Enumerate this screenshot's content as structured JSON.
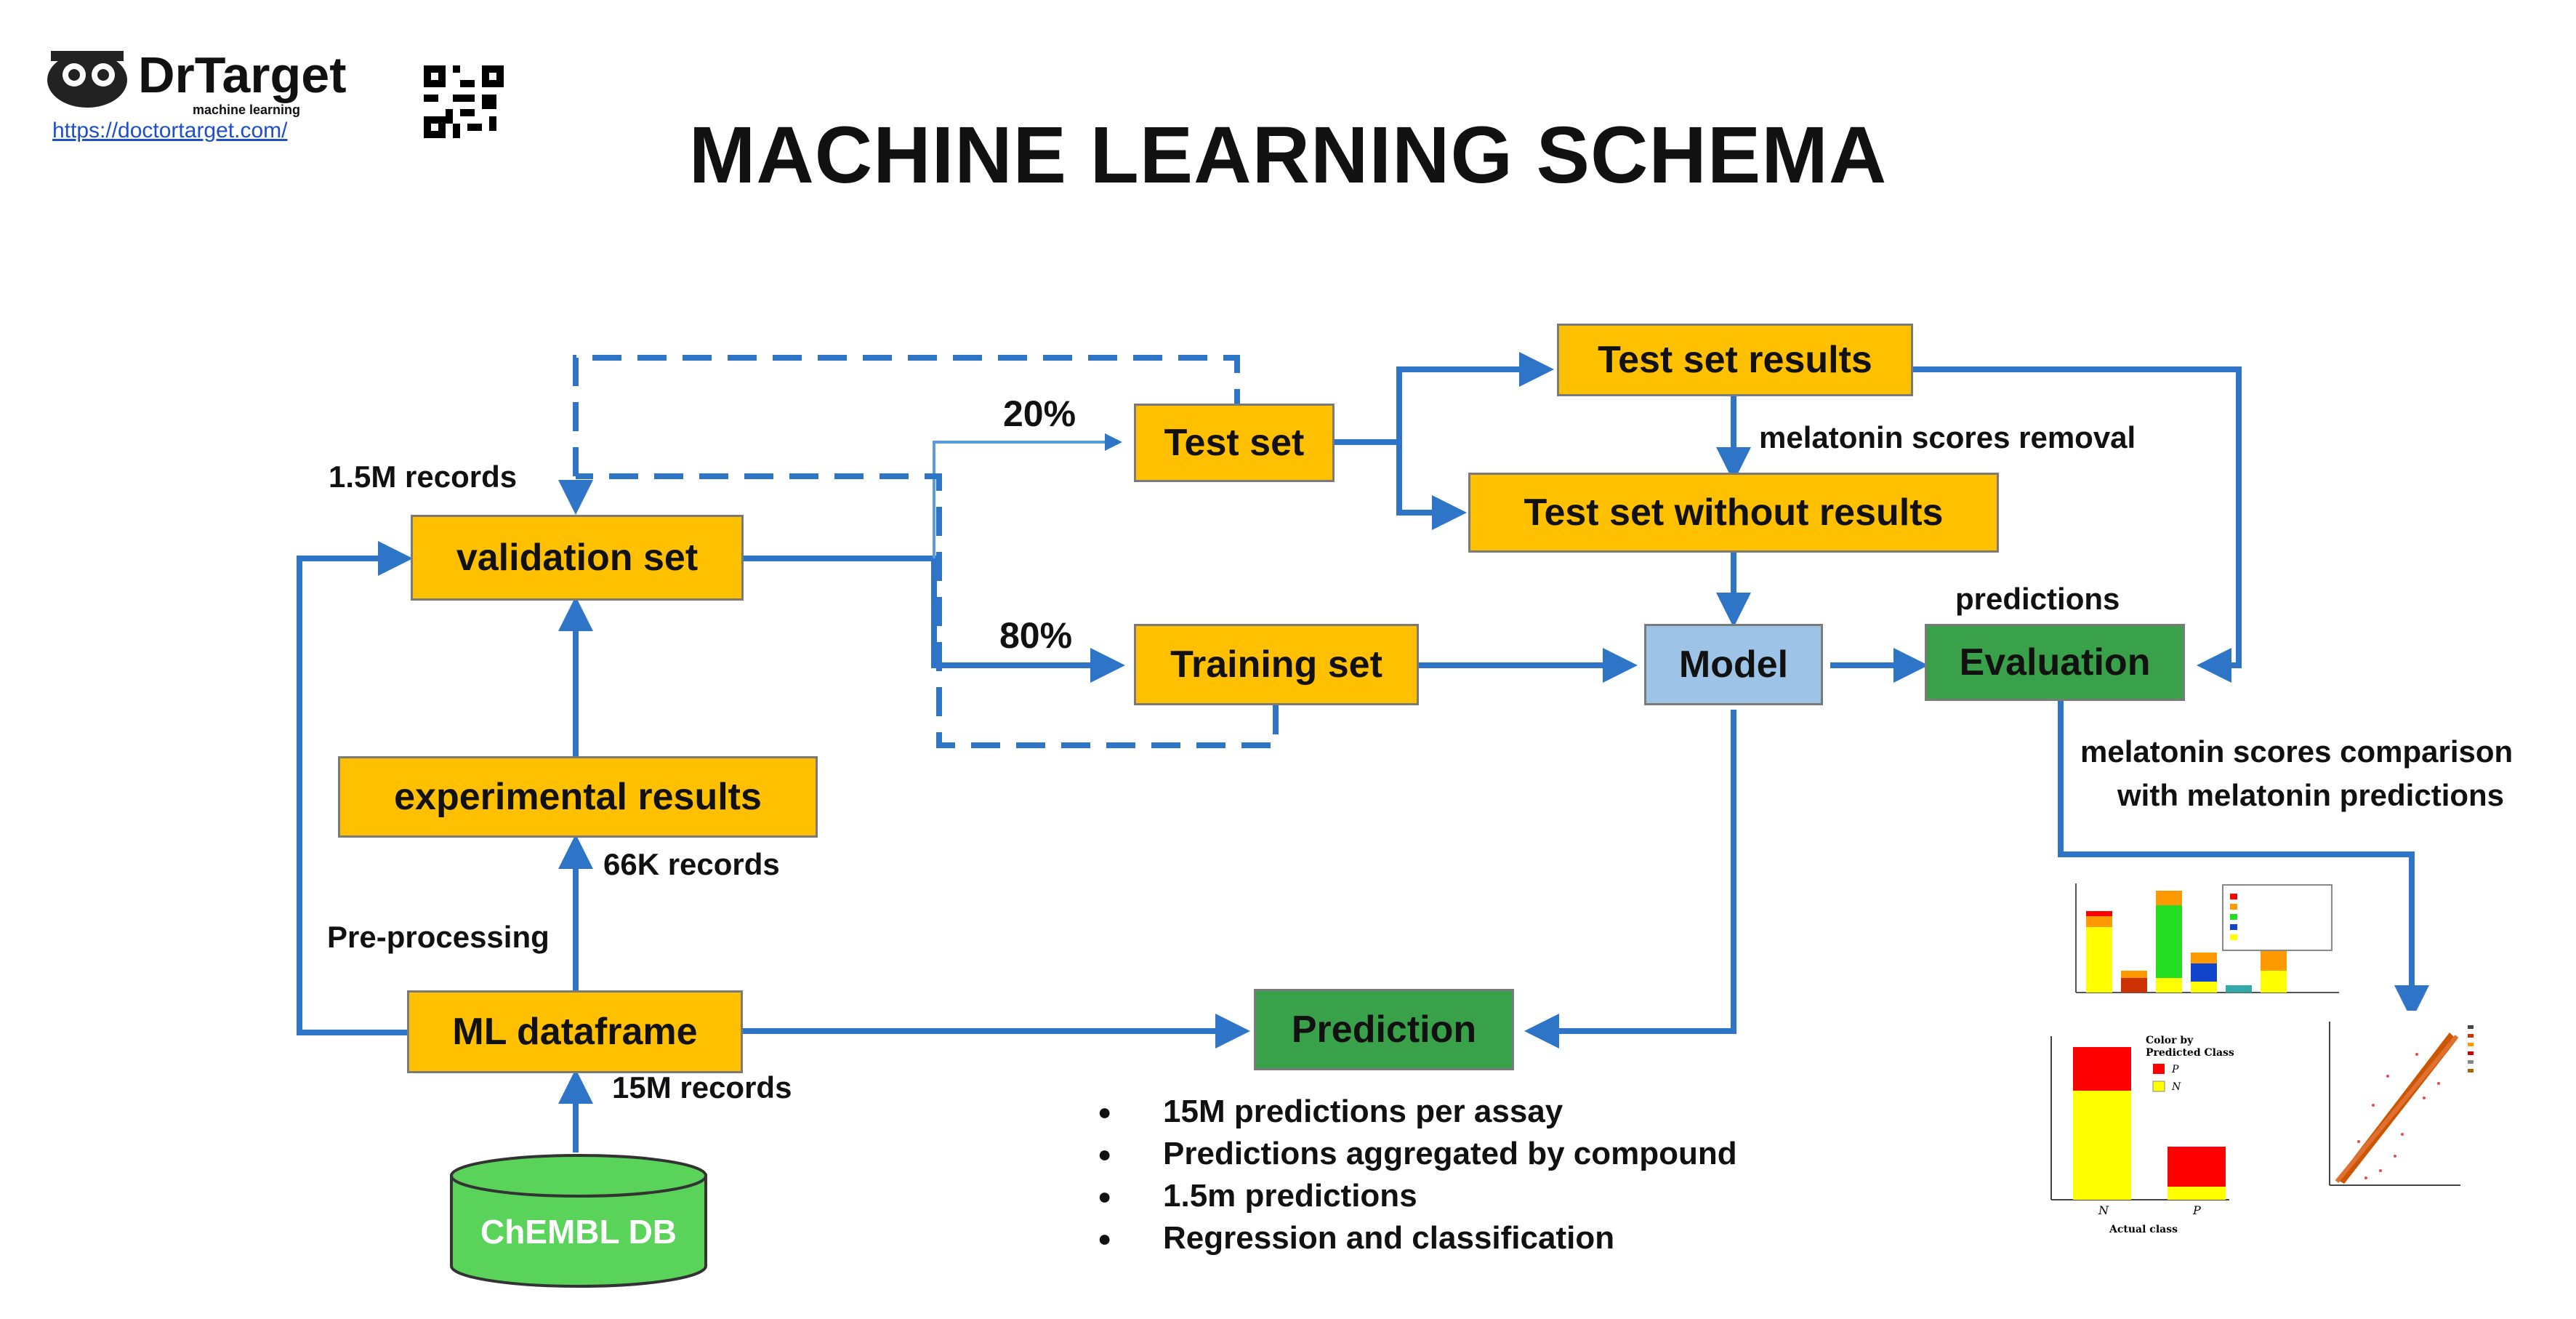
{
  "logo": {
    "name": "DrTarget",
    "tagline": "machine learning",
    "url": "https://doctortarget.com/"
  },
  "title": "MACHINE LEARNING SCHEMA",
  "nodes": {
    "validation_set": "validation set",
    "experimental_results": "experimental results",
    "ml_dataframe": "ML dataframe",
    "chembl_db": "ChEMBL DB",
    "test_set": "Test set",
    "training_set": "Training set",
    "test_set_results": "Test set results",
    "test_set_without_results": "Test set without results",
    "model": "Model",
    "evaluation": "Evaluation",
    "prediction": "Prediction"
  },
  "labels": {
    "records_1_5m": "1.5M records",
    "records_66k": "66K records",
    "records_15m": "15M records",
    "preprocessing": "Pre-processing",
    "pct_20": "20%",
    "pct_80": "80%",
    "melatonin_removal": "melatonin scores removal",
    "predictions": "predictions",
    "comparison_line1": "melatonin scores comparison",
    "comparison_line2": "with melatonin predictions"
  },
  "bullets": [
    "15M predictions per assay",
    "Predictions aggregated by compound",
    "1.5m predictions",
    "Regression and classification"
  ],
  "thumb_confusion": {
    "legend_title_1": "Color by",
    "legend_title_2": "Predicted Class",
    "legend_p": "P",
    "legend_n": "N",
    "x_categories": [
      "N",
      "P"
    ],
    "x_axis_label": "Actual class"
  },
  "colors": {
    "node_orange": "#ffc000",
    "node_green": "#3aa14b",
    "node_blue": "#9dc3e6",
    "arrow": "#2e75c8",
    "db_green": "#5ad35a"
  }
}
